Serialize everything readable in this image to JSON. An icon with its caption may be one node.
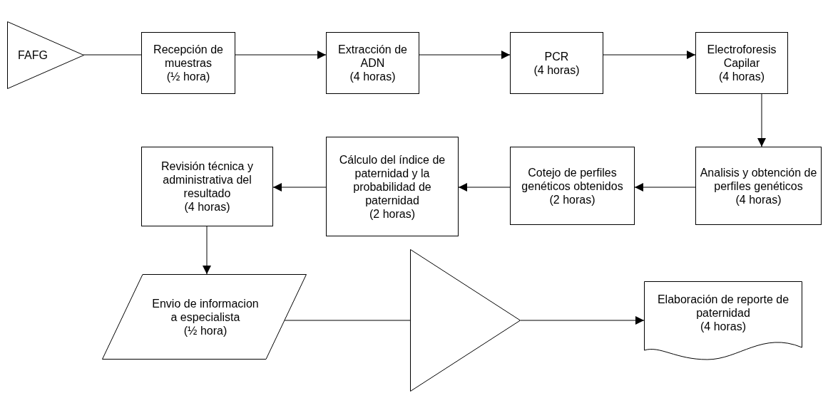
{
  "diagram": {
    "nodes": [
      {
        "text": [
          "FAFG"
        ]
      },
      {
        "text": [
          "Recepción de muestras",
          "(½ hora)"
        ]
      },
      {
        "text": [
          "Extracción de ADN",
          "(4 horas)"
        ]
      },
      {
        "text": [
          "PCR",
          "(4 horas)"
        ]
      },
      {
        "text": [
          "Electroforesis Capilar",
          "(4 horas)"
        ]
      },
      {
        "text": [
          "Analisis y obtención de perfiles genéticos",
          "(4 horas)"
        ]
      },
      {
        "text": [
          "Cotejo de perfiles genéticos obtenidos",
          "(2 horas)"
        ]
      },
      {
        "text": [
          "Cálculo del índice de paternidad y la probabilidad de paternidad",
          "(2 horas)"
        ]
      },
      {
        "text": [
          "Revisión técnica y administrativa del resultado",
          "(4 horas)"
        ]
      },
      {
        "text": [
          "Envio de informacion a especialista",
          "(½ hora)"
        ]
      },
      {
        "text": [],
        "shape": "triangle"
      },
      {
        "text": [
          "Elaboración de reporte de paternidad",
          "(4 horas)"
        ]
      }
    ],
    "edges": [
      {
        "from": 0,
        "to": 1,
        "arrow": "none"
      },
      {
        "from": 1,
        "to": 2,
        "arrow": "to"
      },
      {
        "from": 2,
        "to": 3,
        "arrow": "to"
      },
      {
        "from": 3,
        "to": 4,
        "arrow": "to"
      },
      {
        "from": 4,
        "to": 5,
        "arrow": "to"
      },
      {
        "from": 5,
        "to": 6,
        "arrow": "to"
      },
      {
        "from": 6,
        "to": 7,
        "arrow": "to"
      },
      {
        "from": 7,
        "to": 8,
        "arrow": "to"
      },
      {
        "from": 8,
        "to": 9,
        "arrow": "to"
      },
      {
        "from": 9,
        "to": 10,
        "arrow": "none"
      },
      {
        "from": 10,
        "to": 11,
        "arrow": "to"
      }
    ]
  }
}
